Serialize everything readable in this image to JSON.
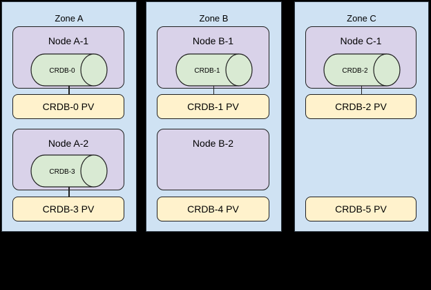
{
  "canvas": {
    "background": "#000000"
  },
  "colors": {
    "zone_fill": "#cfe2f3",
    "node_fill": "#d9d2e9",
    "pod_fill": "#d9ead3",
    "pv_fill": "#fff2cc",
    "border": "#1f1f1f"
  },
  "zones": [
    {
      "title": "Zone A",
      "node1": "Node A-1",
      "pod1": "CRDB-0",
      "pv1": "CRDB-0 PV",
      "node2": "Node A-2",
      "pod2": "CRDB-3",
      "pv2": "CRDB-3 PV"
    },
    {
      "title": "Zone B",
      "node1": "Node B-1",
      "pod1": "CRDB-1",
      "pv1": "CRDB-1 PV",
      "node2": "Node B-2",
      "pv2": "CRDB-4 PV"
    },
    {
      "title": "Zone C",
      "node1": "Node C-1",
      "pod1": "CRDB-2",
      "pv1": "CRDB-2 PV",
      "pv2": "CRDB-5 PV"
    }
  ]
}
